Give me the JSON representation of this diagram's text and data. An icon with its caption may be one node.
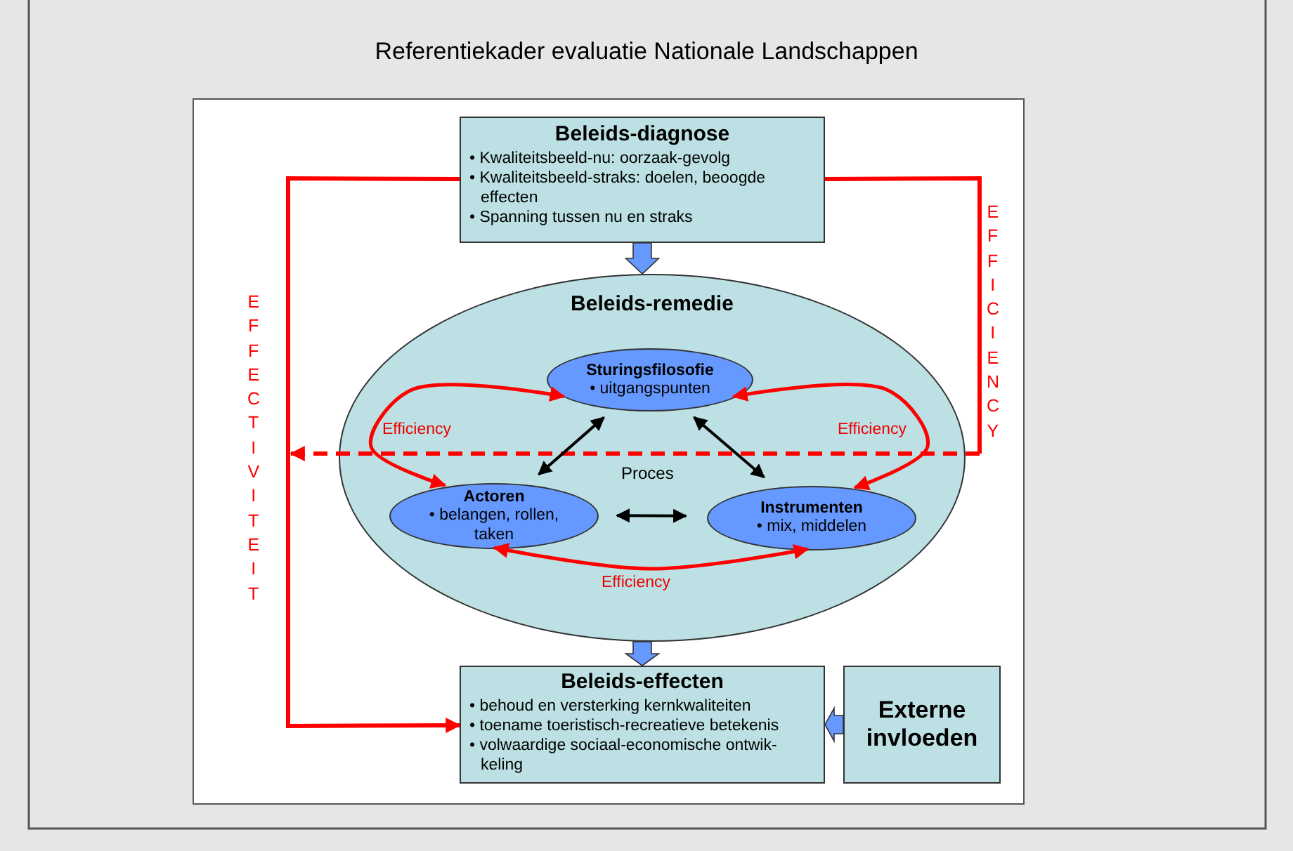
{
  "diagram": {
    "title": "Referentiekader evaluatie Nationale Landschappen",
    "nodes": [
      {
        "text": [
          "Beleids-diagnose",
          "• Kwaliteitsbeeld-nu: oorzaak-gevolg",
          "• Kwaliteitsbeeld-straks: doelen, beoogde effecten",
          "• Spanning tussen nu en straks"
        ]
      },
      {
        "text": [
          "Beleids-remedie"
        ]
      },
      {
        "text": [
          "Sturingsfilosofie",
          "• uitgangspunten"
        ],
        "in": 1
      },
      {
        "text": [
          "Actoren",
          "• belangen, rollen, taken"
        ],
        "in": 1
      },
      {
        "text": [
          "Instrumenten",
          "• mix, middelen"
        ],
        "in": 1
      },
      {
        "text": [
          "Beleids-effecten",
          "• behoud en versterking kernkwaliteiten",
          "• toename toeristisch-recreatieve betekenis",
          "• volwaardige sociaal-economische ontwik-keling"
        ]
      },
      {
        "text": [
          "Externe invloeden"
        ]
      }
    ],
    "edges": [
      {
        "from": 0,
        "to": 1,
        "arrow": "to",
        "style": "thick",
        "color": "#6699ff"
      },
      {
        "from": 1,
        "to": 5,
        "arrow": "to",
        "style": "thick",
        "color": "#6699ff"
      },
      {
        "from": 6,
        "to": 5,
        "arrow": "to",
        "style": "thick",
        "color": "#6699ff"
      },
      {
        "from": 0,
        "to": 5,
        "arrow": "to"
      },
      {
        "from": 0,
        "to": null,
        "arrow": "to",
        "style": "dashed"
      },
      {
        "from": 2,
        "to": 3,
        "arrow": "both",
        "label": "Efficiency"
      },
      {
        "from": 2,
        "to": 4,
        "arrow": "both",
        "label": "Efficiency"
      },
      {
        "from": 3,
        "to": 4,
        "arrow": "both",
        "label": "Efficiency"
      },
      {
        "from": 2,
        "to": 3,
        "arrow": "both",
        "color": "#000000"
      },
      {
        "from": 2,
        "to": 4,
        "arrow": "both",
        "color": "#000000"
      },
      {
        "from": 3,
        "to": 4,
        "arrow": "both",
        "color": "#000000"
      }
    ],
    "labels": [
      "EFFECTIVITEIT",
      "EFFICIENCY",
      "Proces"
    ]
  }
}
